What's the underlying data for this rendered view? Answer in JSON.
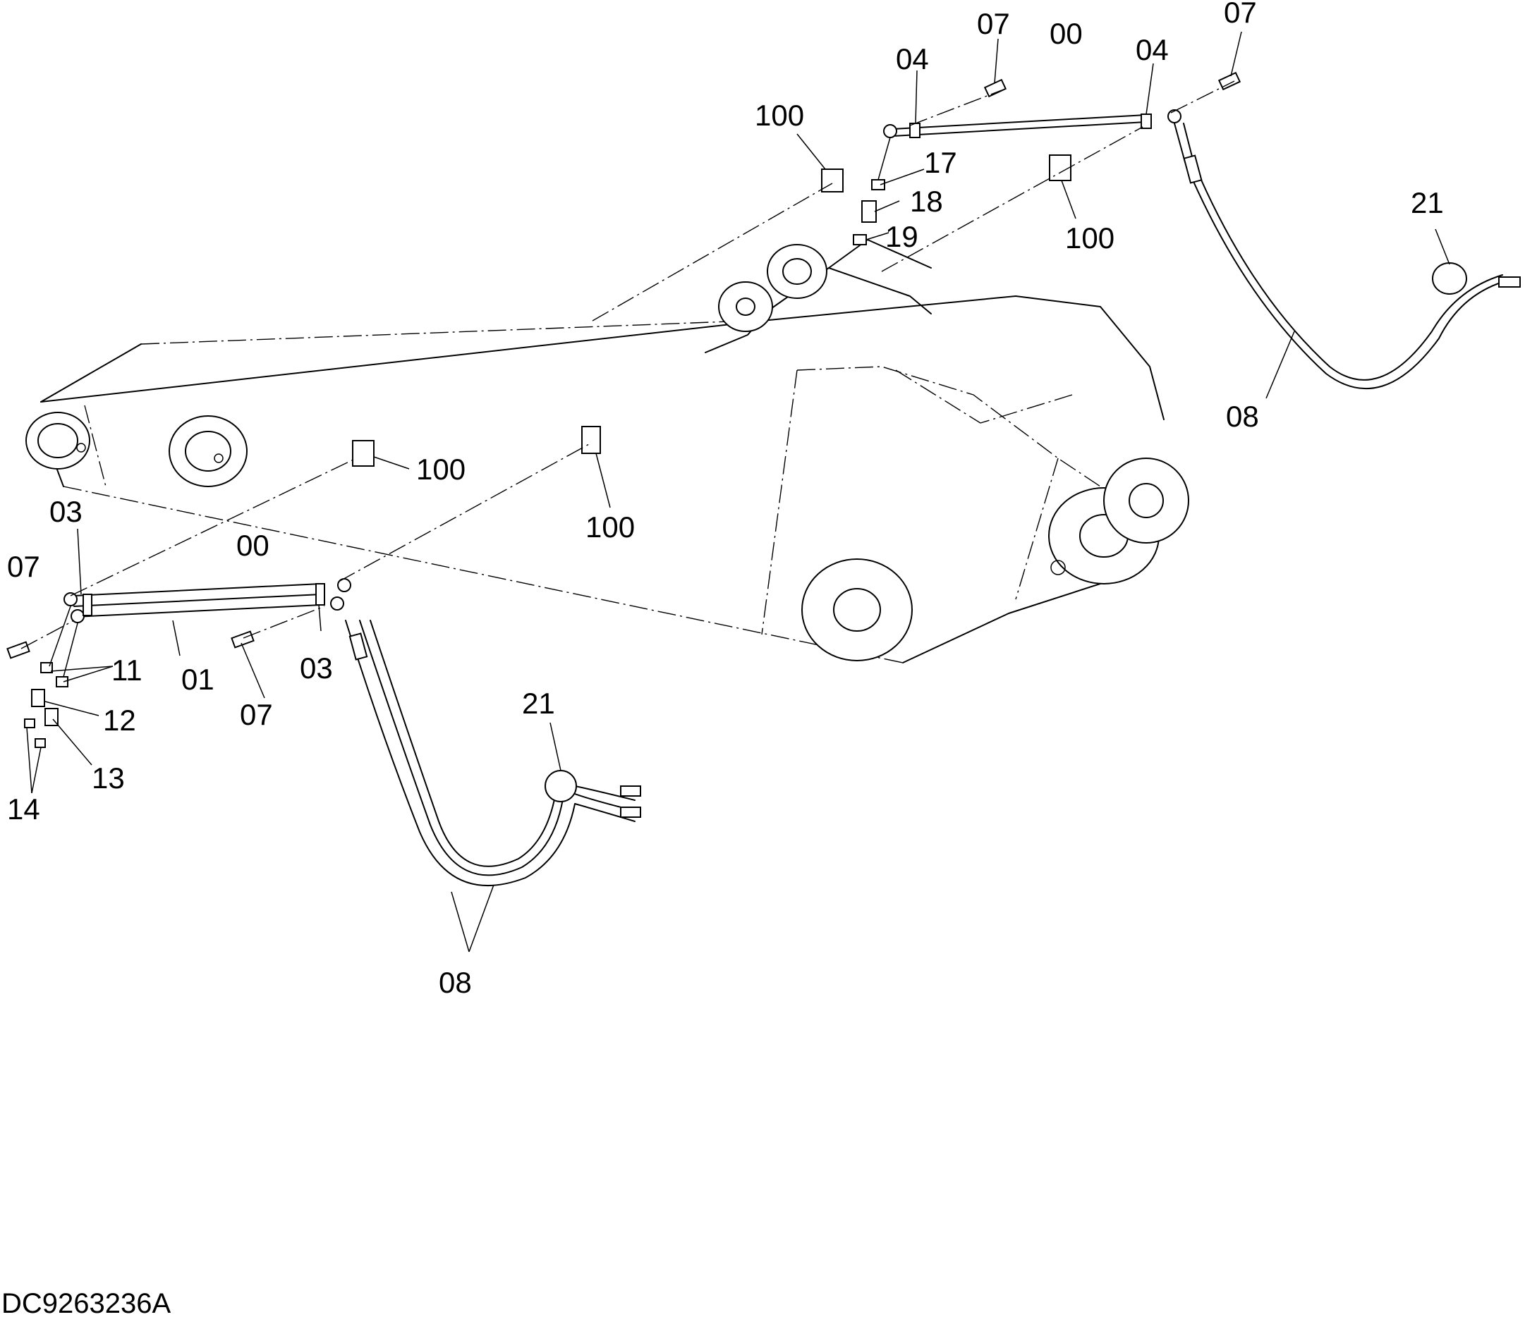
{
  "drawing_code": "DC9263236A",
  "callouts": {
    "upper_07_left": "07",
    "upper_00": "00",
    "upper_07_right": "07",
    "upper_04_left": "04",
    "upper_04_right": "04",
    "upper_100_left": "100",
    "upper_17": "17",
    "upper_18": "18",
    "upper_19": "19",
    "upper_100_right": "100",
    "upper_21": "21",
    "upper_08": "08",
    "mid_100_left": "100",
    "mid_100_right": "100",
    "lower_03_left": "03",
    "lower_00": "00",
    "lower_07_left": "07",
    "lower_11": "11",
    "lower_01": "01",
    "lower_03_right": "03",
    "lower_12": "12",
    "lower_07_bottom": "07",
    "lower_13": "13",
    "lower_14": "14",
    "lower_21": "21",
    "lower_08": "08"
  }
}
